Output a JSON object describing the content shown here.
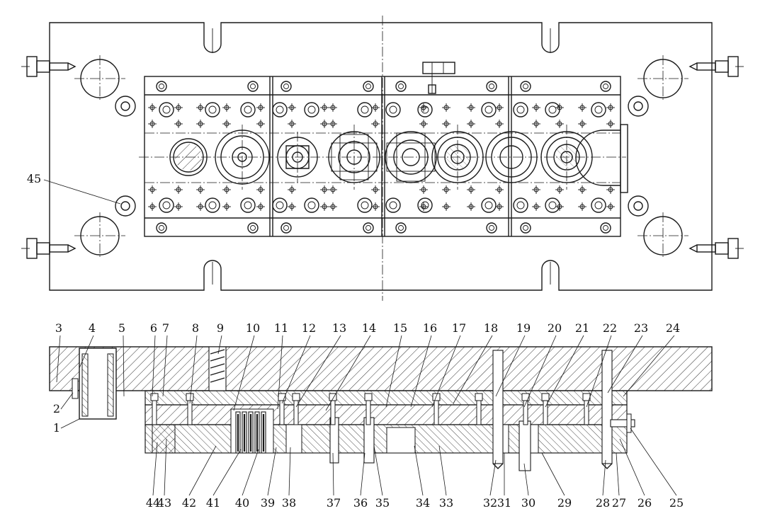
{
  "drawing": {
    "labels_top": [
      "3",
      "4",
      "5",
      "6",
      "7",
      "8",
      "9",
      "10",
      "11",
      "12",
      "13",
      "14",
      "15",
      "16",
      "17",
      "18",
      "19",
      "20",
      "21",
      "22",
      "23",
      "24"
    ],
    "labels_bottom": [
      "44",
      "43",
      "42",
      "41",
      "40",
      "39",
      "38",
      "37",
      "36",
      "35",
      "34",
      "33",
      "32",
      "31",
      "30",
      "29",
      "28",
      "27",
      "26",
      "25"
    ],
    "labels_left": [
      "2",
      "1"
    ],
    "label_plan": "45"
  }
}
